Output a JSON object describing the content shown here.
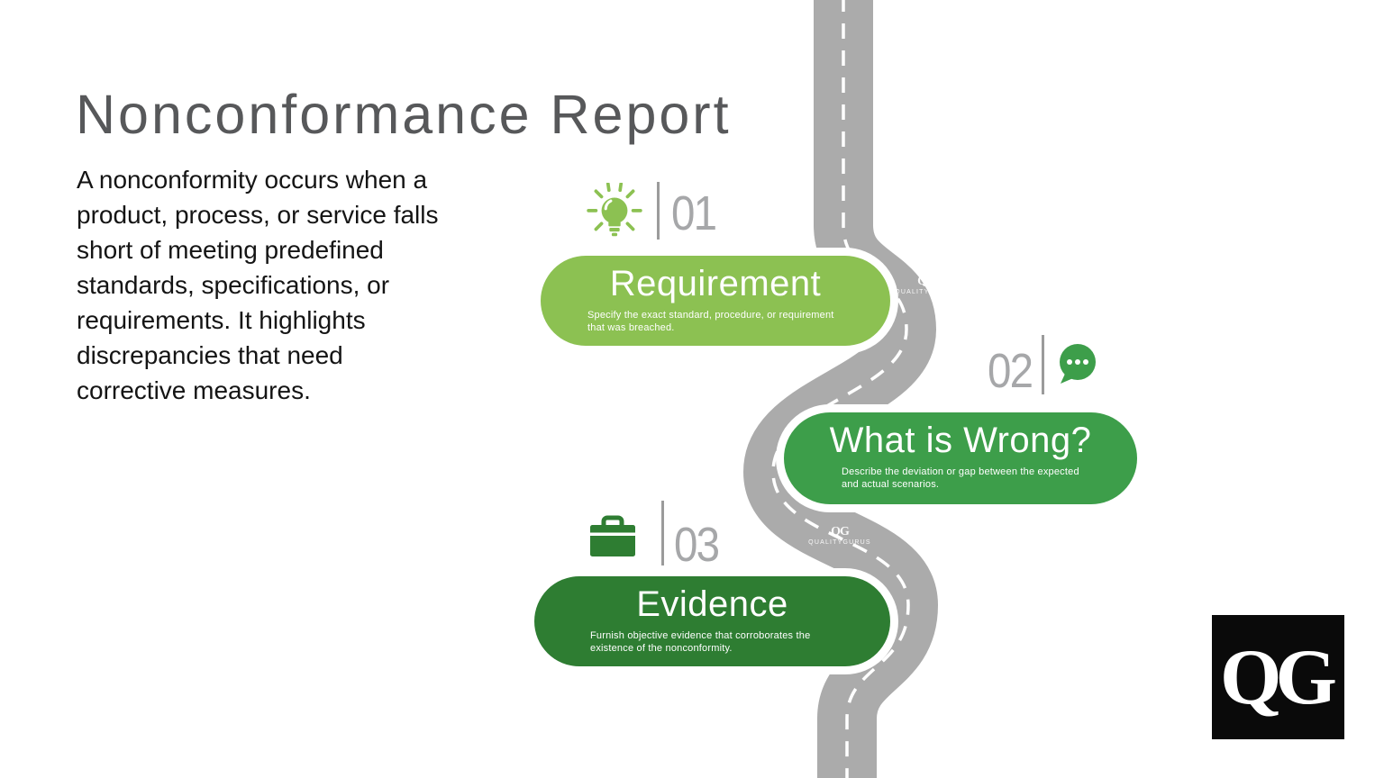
{
  "page": {
    "title": "Nonconformance Report",
    "description_lines": [
      "A nonconformity occurs when a",
      "product, process, or service falls",
      "short of meeting predefined",
      "standards, specifications, or",
      "requirements. It highlights",
      "discrepancies that need",
      "corrective measures."
    ]
  },
  "steps": [
    {
      "number": "01",
      "icon": "lightbulb-icon",
      "title": "Requirement",
      "description_lines": [
        "Specify the exact standard, procedure, or requirement",
        "that was breached."
      ],
      "color": "#8CC152"
    },
    {
      "number": "02",
      "icon": "speech-bubble-icon",
      "title": "What is Wrong?",
      "description_lines": [
        "Describe the deviation or gap between the expected",
        "and actual scenarios."
      ],
      "color": "#3D9E4A"
    },
    {
      "number": "03",
      "icon": "briefcase-icon",
      "title": "Evidence",
      "description_lines": [
        "Furnish objective evidence that corroborates the",
        "existence of the nonconformity."
      ],
      "color": "#2E7D32"
    }
  ],
  "road": {
    "color": "#ABABAB",
    "dash_color": "#FFFFFF"
  },
  "watermark": {
    "logo": "QG",
    "name": "QUALITYGURUS"
  },
  "brand": {
    "logo_text": "QG"
  }
}
